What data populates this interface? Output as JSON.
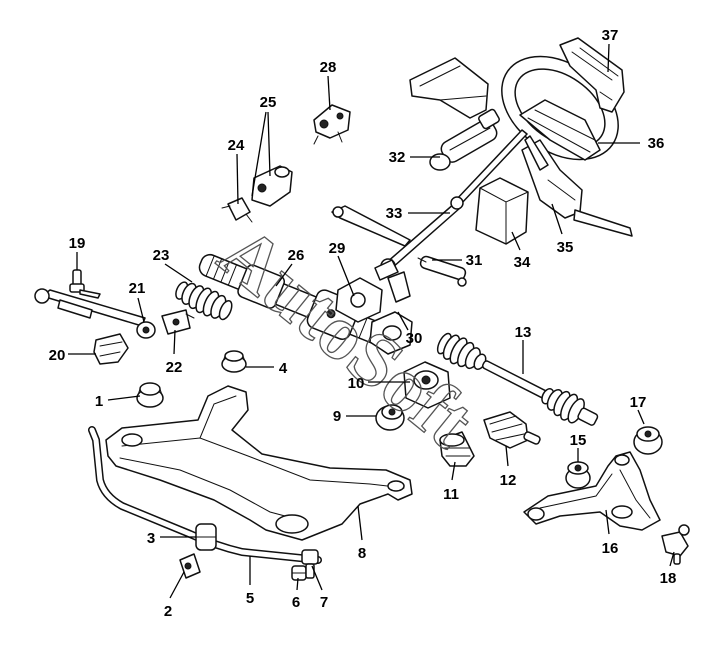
{
  "diagram": {
    "watermark": "AutoSoft"
  },
  "callouts": {
    "p1": "1",
    "p2": "2",
    "p3": "3",
    "p4": "4",
    "p5": "5",
    "p6": "6",
    "p7": "7",
    "p8": "8",
    "p9": "9",
    "p10": "10",
    "p11": "11",
    "p12": "12",
    "p13": "13",
    "p15": "15",
    "p16": "16",
    "p17": "17",
    "p18": "18",
    "p19": "19",
    "p20": "20",
    "p21": "21",
    "p22": "22",
    "p23": "23",
    "p24": "24",
    "p25": "25",
    "p26": "26",
    "p28": "28",
    "p29": "29",
    "p30": "30",
    "p31": "31",
    "p32": "32",
    "p33": "33",
    "p34": "34",
    "p35": "35",
    "p36": "36",
    "p37": "37"
  }
}
